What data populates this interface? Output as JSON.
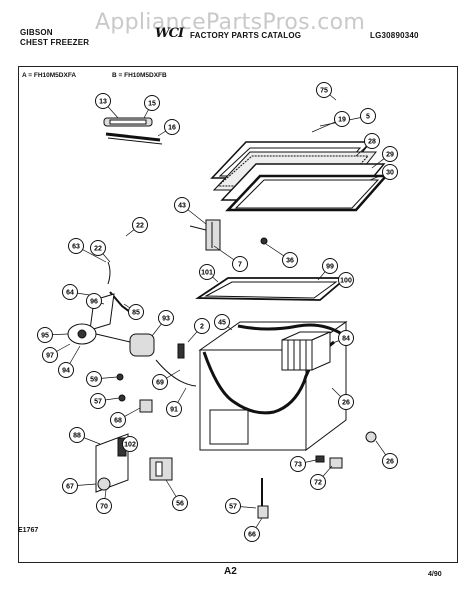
{
  "header": {
    "brand": "GIBSON",
    "product": "CHEST FREEZER",
    "catalog": "FACTORY PARTS CATALOG",
    "catalog_logo": "WCI",
    "doc_number": "LG30890340",
    "watermark": "AppliancePartsPros.com"
  },
  "models": {
    "a": "A = FH10M5DXFA",
    "b": "B = FH10M5DXFB"
  },
  "diagram": {
    "figure_code": "E1767",
    "part_numbers": [
      "75",
      "5",
      "19",
      "28",
      "29",
      "30",
      "13",
      "15",
      "16",
      "43",
      "22",
      "7",
      "36",
      "101",
      "99",
      "100",
      "63",
      "22",
      "64",
      "96",
      "85",
      "95",
      "97",
      "94",
      "93",
      "2",
      "45",
      "84",
      "59",
      "57",
      "68",
      "69",
      "91",
      "26",
      "26",
      "88",
      "102",
      "67",
      "70",
      "56",
      "73",
      "72",
      "57",
      "66"
    ]
  },
  "footer": {
    "page": "A2",
    "date": "4/90"
  }
}
